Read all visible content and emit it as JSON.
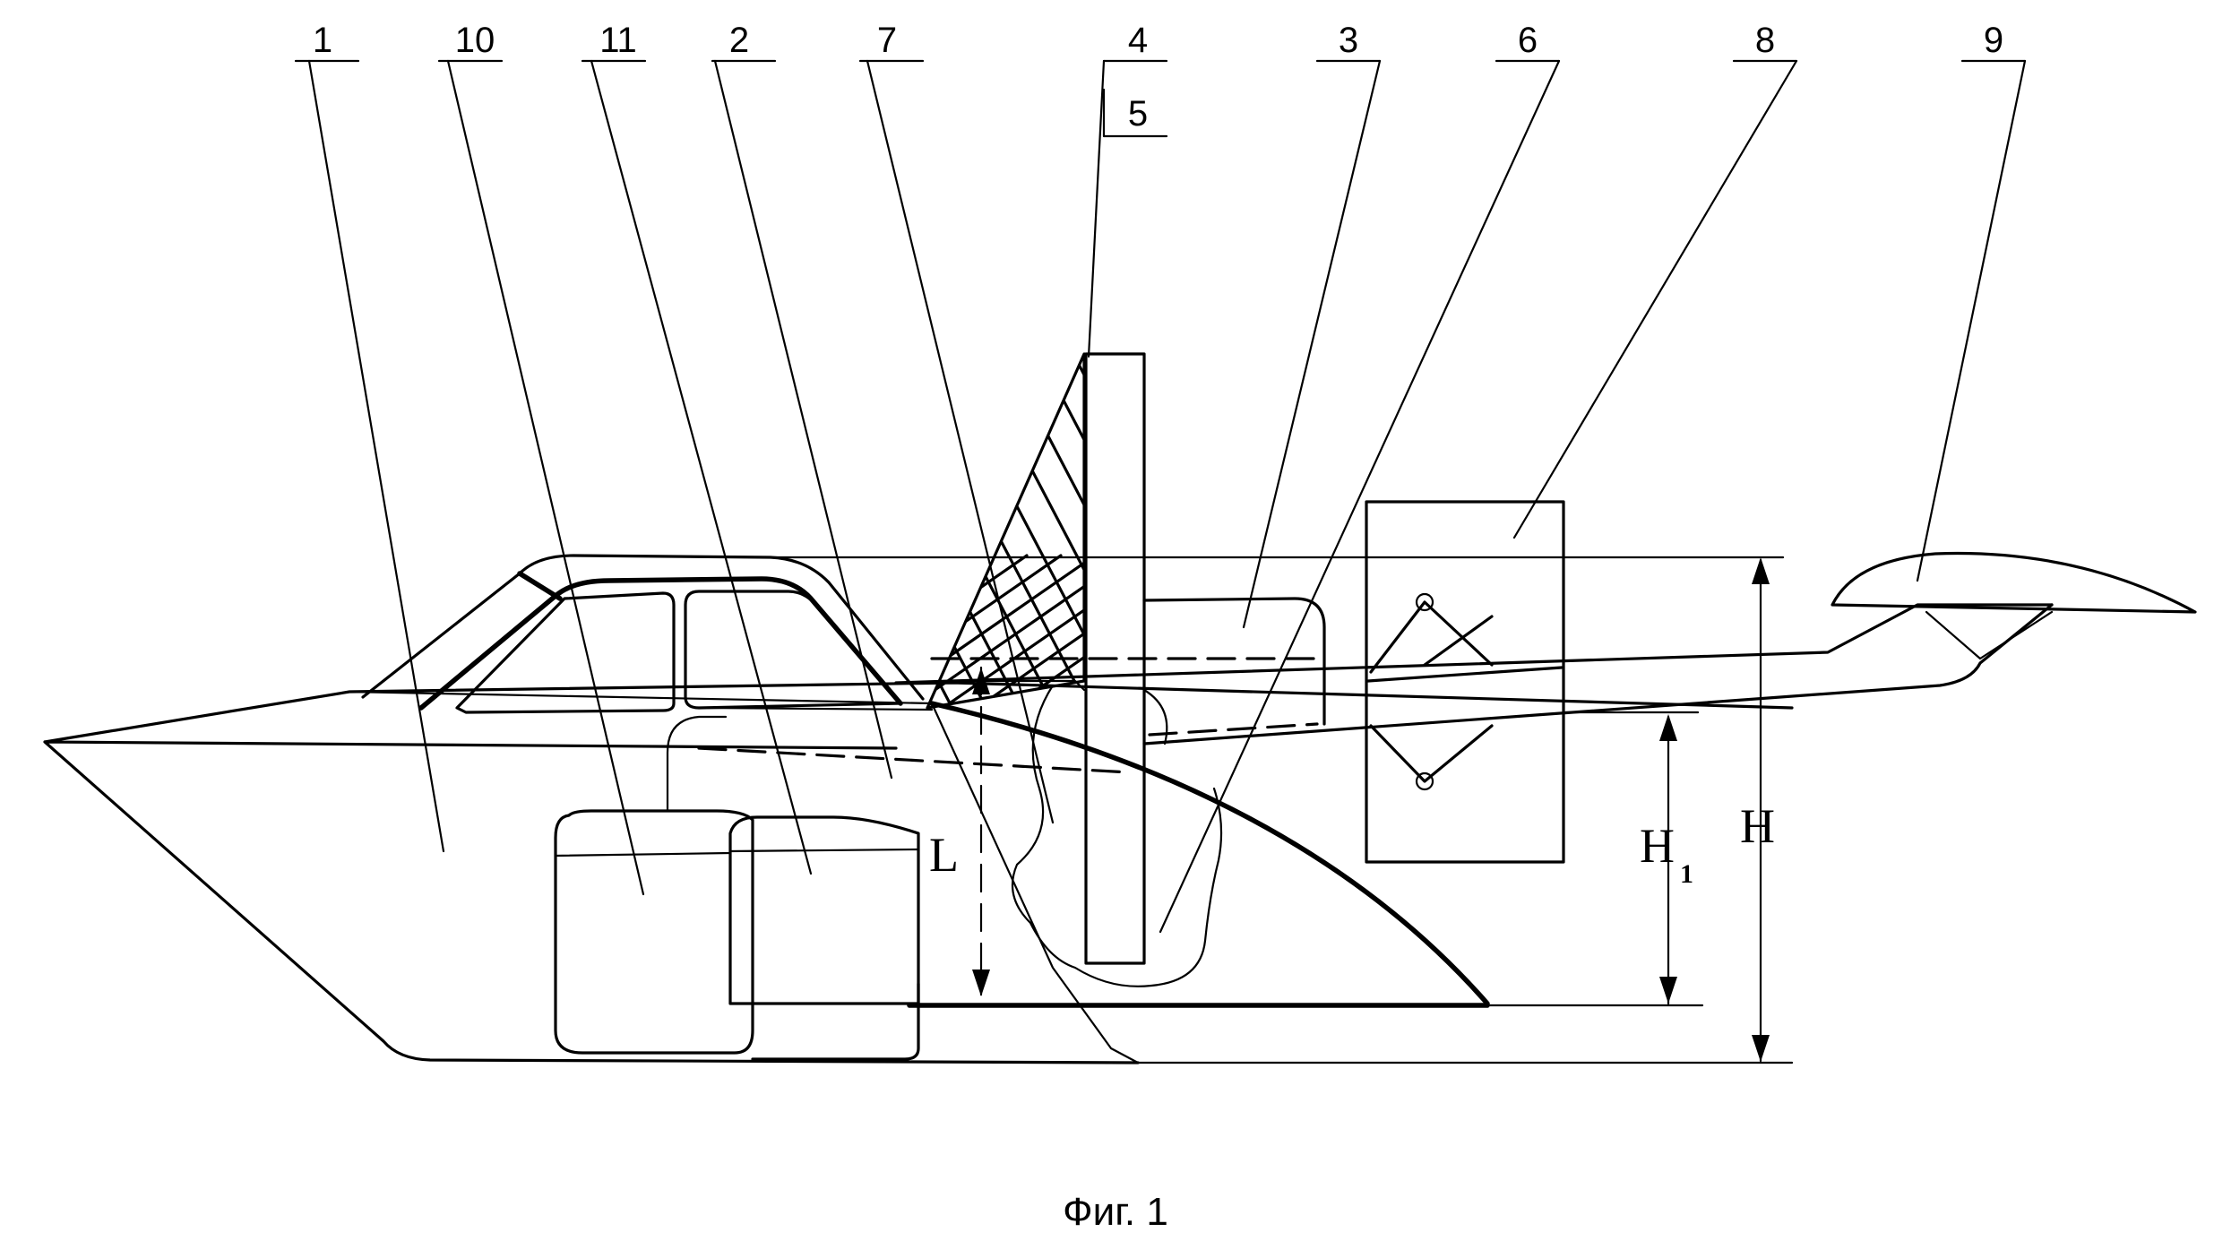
{
  "figure": {
    "caption": "Фиг. 1",
    "callouts": [
      "1",
      "10",
      "11",
      "2",
      "7",
      "4",
      "5",
      "3",
      "6",
      "8",
      "9"
    ],
    "dimensions": {
      "length": "L",
      "height_main": "H",
      "height_sub_main": "H",
      "height_sub_index": "1"
    }
  }
}
